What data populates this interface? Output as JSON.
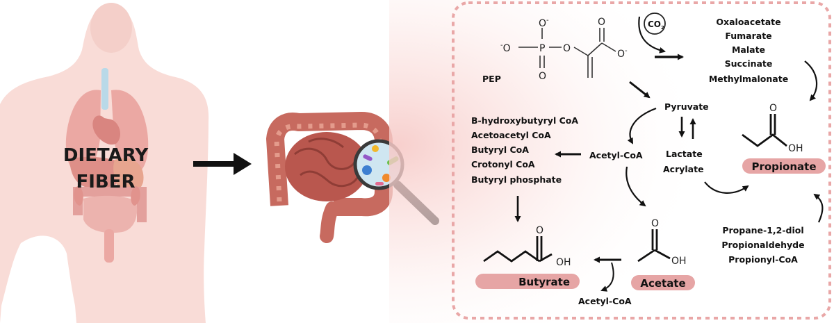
{
  "left": {
    "title_line1": "DIETARY",
    "title_line2": "FIBER"
  },
  "panel": {
    "pep_label": "PEP",
    "co2_label": "CO",
    "co2_subscript": "2",
    "tca_intermediates": [
      "Oxaloacetate",
      "Fumarate",
      "Malate",
      "Succinate",
      "Methylmalonate"
    ],
    "pyruvate": "Pyruvate",
    "lactate": "Lactate",
    "acrylate": "Acrylate",
    "acetyl_coa": "Acetyl-CoA",
    "butyrate_intermediates": [
      "B-hydroxybutyryl CoA",
      "Acetoacetyl CoA",
      "Butyryl CoA",
      "Crotonyl CoA",
      "Butyryl phosphate"
    ],
    "propanediol_path": [
      "Propane-1,2-diol",
      "Propionaldehyde",
      "Propionyl-CoA"
    ],
    "acetyl_coa_bottom": "Acetyl-CoA",
    "oh": "OH",
    "o": "O",
    "o_minus": "O",
    "minus": "-",
    "p": "P",
    "products": {
      "propionate": "Propionate",
      "butyrate": "Butyrate",
      "acetate": "Acetate"
    }
  },
  "colors": {
    "body_silhouette": "#f9dcd7",
    "organ_red": "#e39a95",
    "pill": "#e6a5a5",
    "panel_border": "#e9a7a7",
    "arrow": "#111111",
    "intestine": "#c9675c",
    "magnifier_lens": "#cfe6f1"
  }
}
